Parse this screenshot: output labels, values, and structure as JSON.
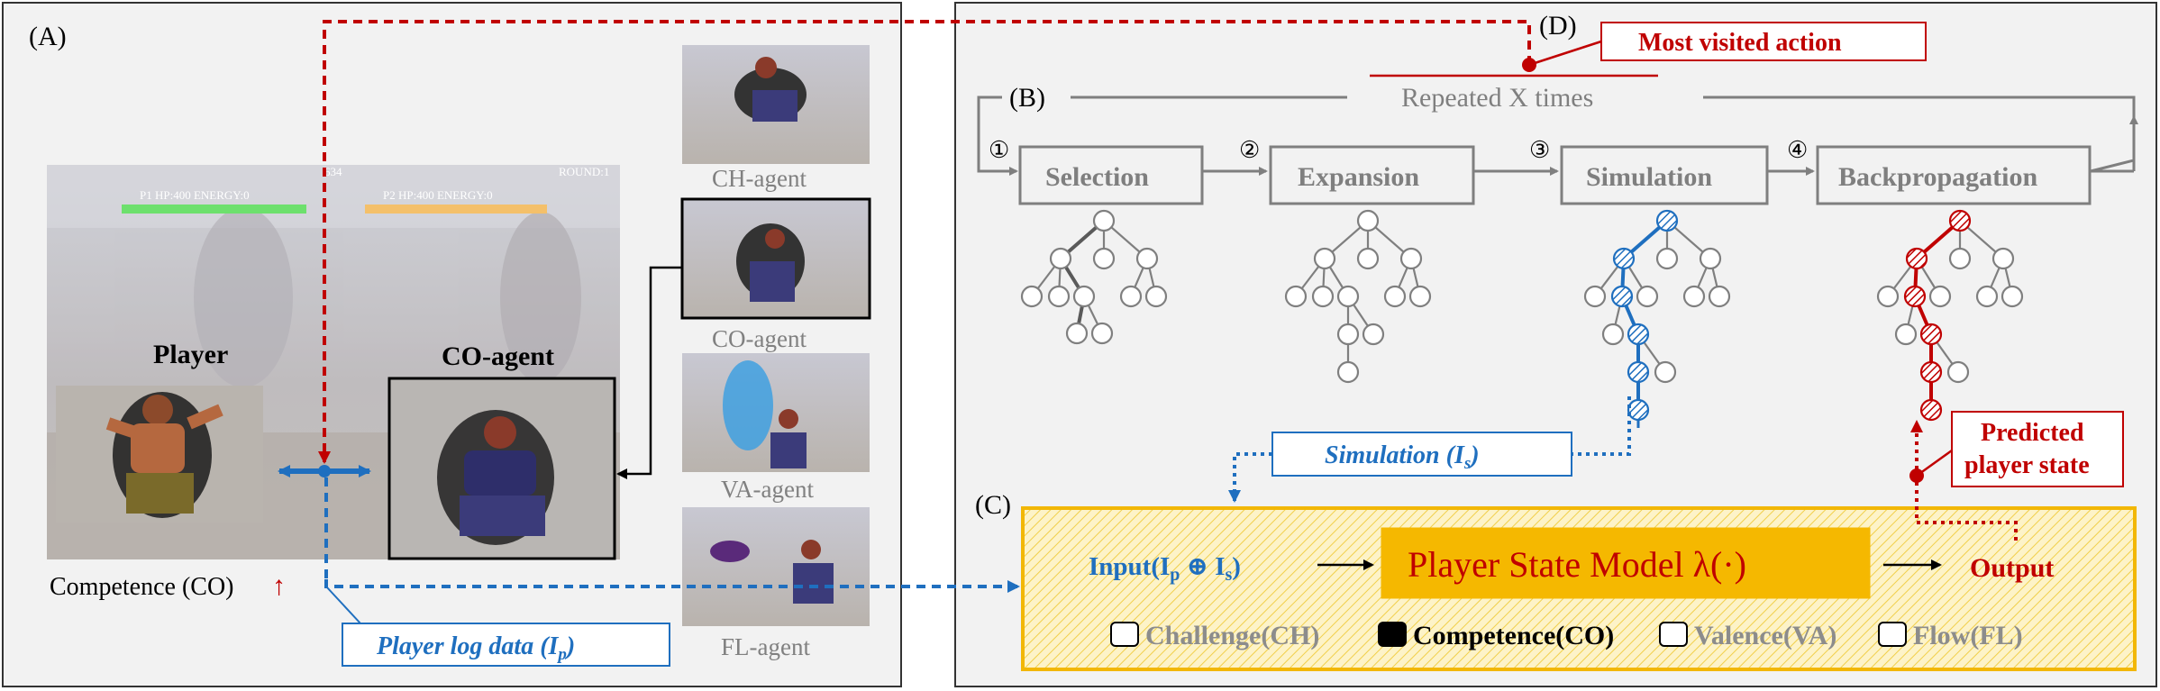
{
  "panels": {
    "a": "(A)",
    "b": "(B)",
    "c": "(C)",
    "d": "(D)"
  },
  "hud": {
    "p1": "P1 HP:400 ENERGY:0",
    "p2": "P2 HP:400 ENERGY:0",
    "timer": "634",
    "round": "ROUND:1"
  },
  "panel_a": {
    "player_label": "Player",
    "co_agent_label": "CO-agent",
    "competence_label": "Competence (CO)",
    "up_arrow": "↑",
    "player_log": "Player log data (I",
    "player_log_sub": "p",
    "agents": [
      "CH-agent",
      "CO-agent",
      "VA-agent",
      "FL-agent"
    ]
  },
  "mcts": {
    "repeated": "Repeated X times",
    "most_visited": "Most visited action",
    "steps": [
      {
        "num": "①",
        "label": "Selection"
      },
      {
        "num": "②",
        "label": "Expansion"
      },
      {
        "num": "③",
        "label": "Simulation"
      },
      {
        "num": "④",
        "label": "Backpropagation"
      }
    ]
  },
  "panel_c": {
    "simulation_box": "Simulation (I",
    "simulation_sub": "s",
    "input_prefix": "Input(I",
    "input_p": "p",
    "input_op": " ⊕ I",
    "input_s": "s",
    "model": "Player State Model λ(·)",
    "output": "Output",
    "predicted_line1": "Predicted",
    "predicted_line2": "player state",
    "states": [
      {
        "label": "Challenge(CH)",
        "checked": false,
        "active": false
      },
      {
        "label": "Competence(CO)",
        "checked": true,
        "active": true
      },
      {
        "label": "Valence(VA)",
        "checked": false,
        "active": false
      },
      {
        "label": "Flow(FL)",
        "checked": false,
        "active": false
      }
    ]
  },
  "colors": {
    "red": "#c00000",
    "blue": "#1f6fbf",
    "gray": "#7f7f7f",
    "gold": "#f2b705"
  }
}
